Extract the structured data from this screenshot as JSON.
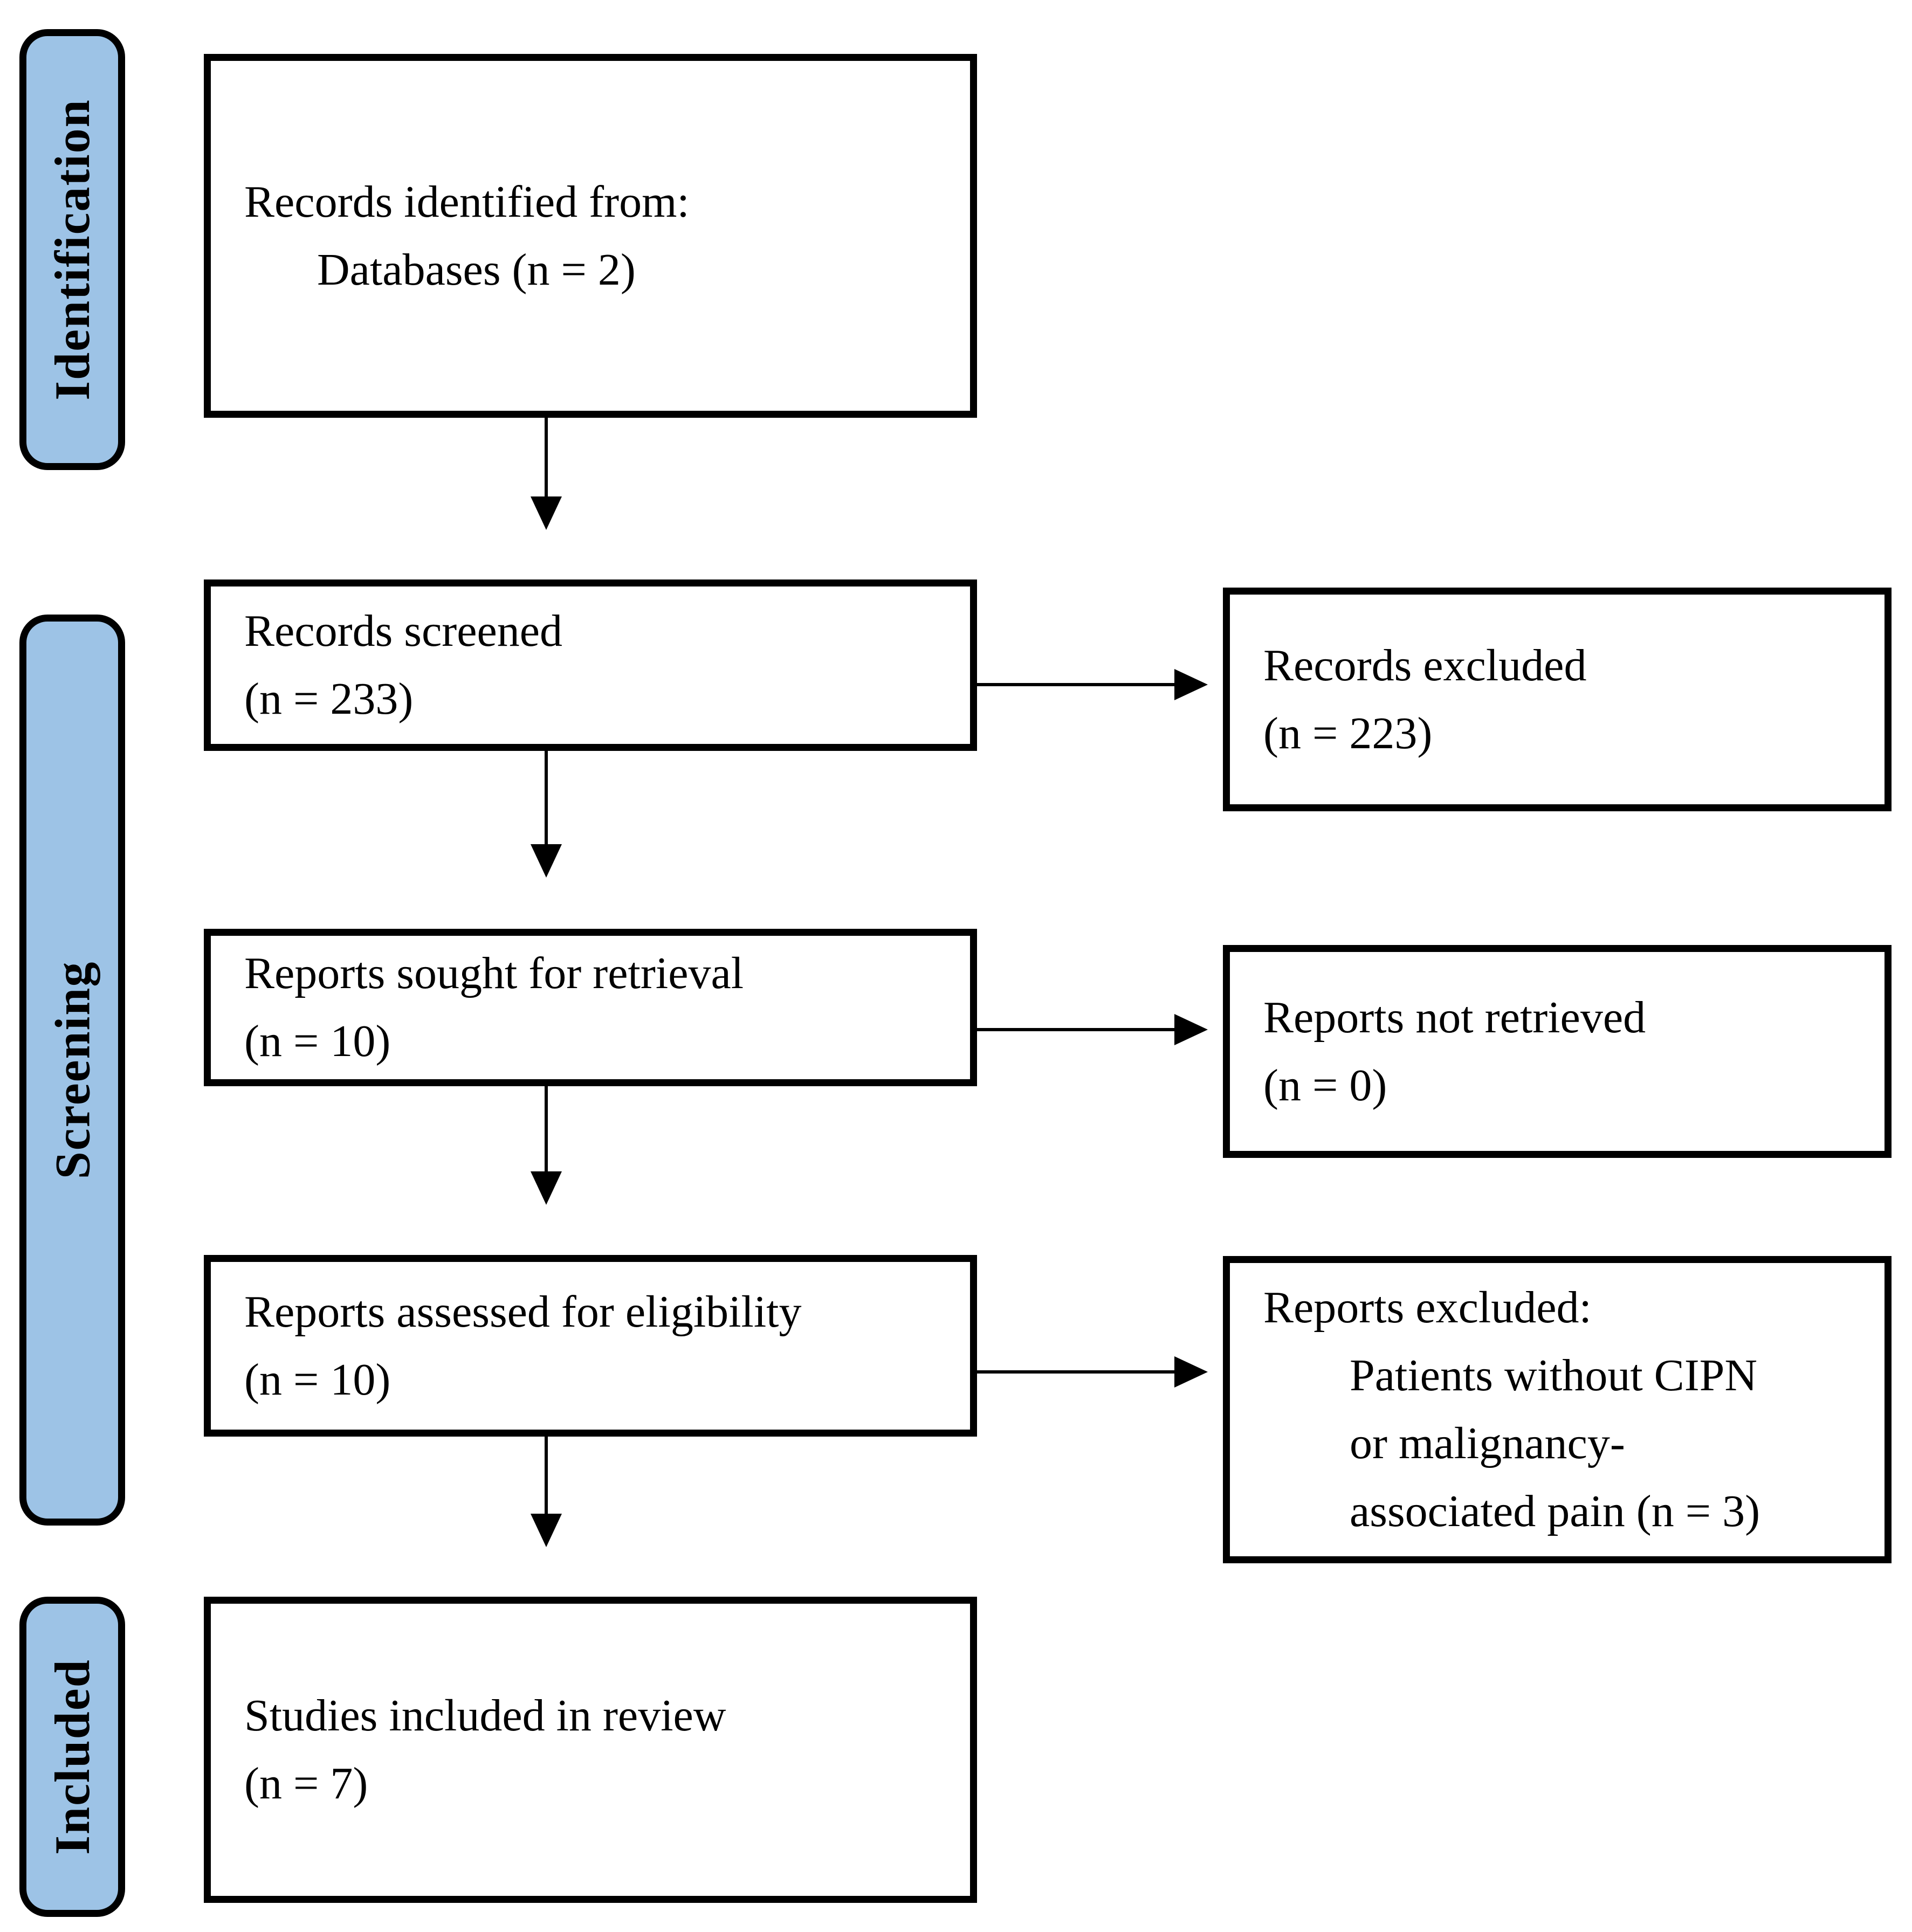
{
  "stages": [
    {
      "id": "identification",
      "label": "Identification"
    },
    {
      "id": "screening",
      "label": "Screening"
    },
    {
      "id": "included",
      "label": "Included"
    }
  ],
  "boxes": {
    "records_identified": {
      "line1": "Records identified from:",
      "line2": "Databases (n = 2)"
    },
    "records_screened": {
      "line1": "Records screened",
      "line2": "(n = 233)"
    },
    "reports_sought": {
      "line1": "Reports sought for retrieval",
      "line2": "(n = 10)"
    },
    "reports_assessed": {
      "line1": "Reports assessed for eligibility",
      "line2": "(n = 10)"
    },
    "studies_included": {
      "line1": "Studies included in review",
      "line2": "(n = 7)"
    },
    "records_excluded": {
      "line1": "Records excluded",
      "line2": "(n = 223)"
    },
    "reports_not_retrieved": {
      "line1": "Reports not retrieved",
      "line2": "(n = 0)"
    },
    "reports_excluded": {
      "line1": "Reports excluded:",
      "line2": "Patients without CIPN",
      "line3": "or malignancy-",
      "line4": "associated pain (n = 3)"
    }
  },
  "colors": {
    "stage_fill": "#9DC3E6",
    "box_fill": "#FFFFFF",
    "border": "#000000",
    "text": "#000000"
  }
}
